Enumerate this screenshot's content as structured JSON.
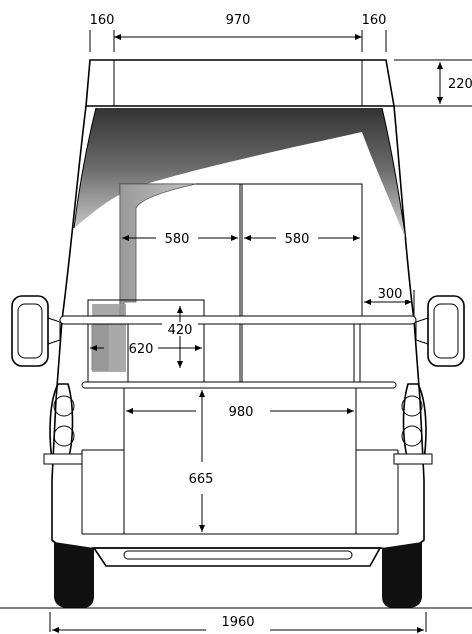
{
  "dimensions": {
    "top_left": "160",
    "top_center": "970",
    "top_right": "160",
    "roof_height": "220",
    "bed_left_width": "580",
    "bed_right_width": "580",
    "side_depth": "300",
    "cabinet_height": "420",
    "cabinet_width": "620",
    "floor_width": "980",
    "floor_height": "665",
    "overall_width": "1960"
  },
  "colors": {
    "windshield_dark": "#3a3a3a",
    "windshield_light": "#cfcfcf",
    "cabinet_fill": "#a9a9a9",
    "line": "#000000"
  }
}
